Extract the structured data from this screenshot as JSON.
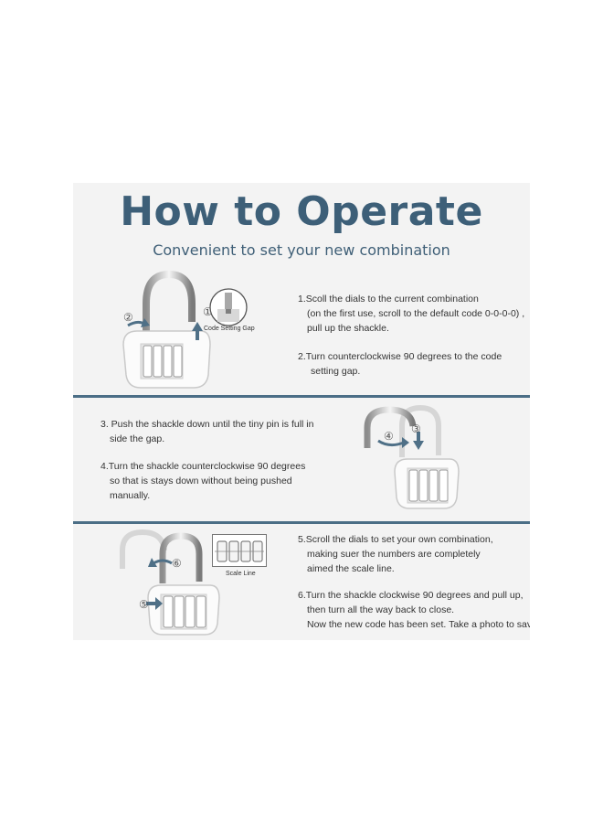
{
  "title": "How to Operate",
  "subtitle": "Convenient to set your new combination",
  "sections": [
    {
      "caption": "Code Setting Gap",
      "markers": [
        "②",
        "①"
      ],
      "steps": [
        {
          "lines": [
            "1.Scoll the dials to the current combination",
            "(on the first use, scroll to the default code 0-0-0-0) ,",
            "pull up the shackle."
          ]
        },
        {
          "lines": [
            "2.Turn counterclockwise 90 degrees to the code",
            "setting gap."
          ]
        }
      ]
    },
    {
      "markers": [
        "④",
        "③"
      ],
      "steps": [
        {
          "lines": [
            "3. Push  the shackle down until the tiny pin is full in",
            "side the gap."
          ]
        },
        {
          "lines": [
            "4.Turn the shackle counterclockwise 90 degrees",
            "so that is stays down without being pushed",
            "manually."
          ]
        }
      ]
    },
    {
      "caption": "Scale Line",
      "markers": [
        "⑥",
        "⑤"
      ],
      "steps": [
        {
          "lines": [
            "5.Scroll the dials to set your own combination,",
            "making suer the numbers are completely",
            "aimed the scale line."
          ]
        },
        {
          "lines": [
            "6.Turn the shackle clockwise 90 degrees and pull up,",
            "then turn all the way back to close.",
            "Now the new code has been set. Take a photo to save it."
          ]
        }
      ]
    }
  ],
  "colors": {
    "accent": "#3d5f78",
    "divider": "#4b6e86",
    "panel": "#f3f3f3"
  }
}
